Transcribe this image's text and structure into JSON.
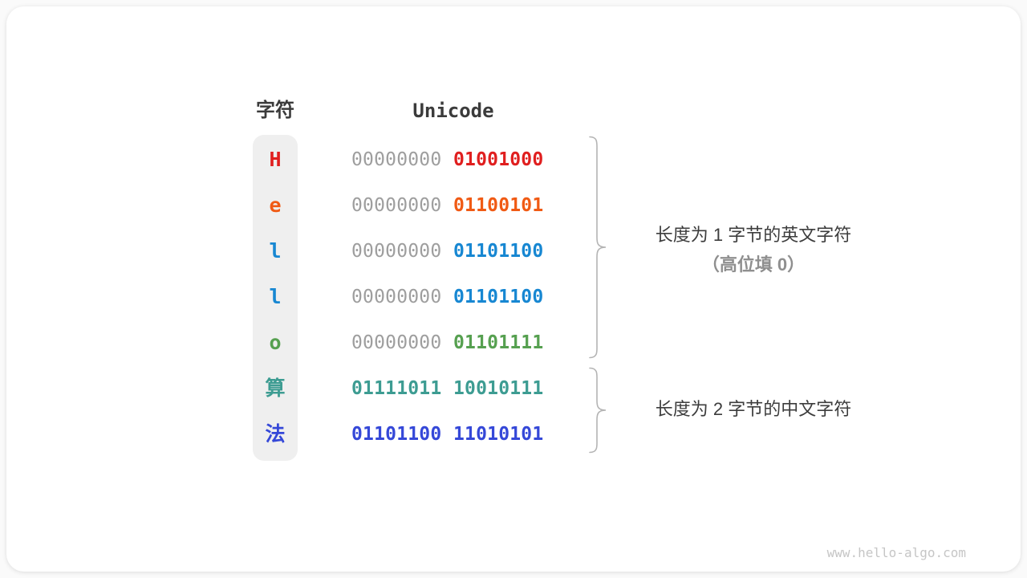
{
  "figure": {
    "headers": {
      "char": "字符",
      "unicode": "Unicode"
    },
    "rows": [
      {
        "char": "H",
        "byte1": "00000000",
        "byte2": "01001000",
        "color": "#e01f1f",
        "byte1_highlight": false
      },
      {
        "char": "e",
        "byte1": "00000000",
        "byte2": "01100101",
        "color": "#f05a14",
        "byte1_highlight": false
      },
      {
        "char": "l",
        "byte1": "00000000",
        "byte2": "01101100",
        "color": "#1787d2",
        "byte1_highlight": false
      },
      {
        "char": "l",
        "byte1": "00000000",
        "byte2": "01101100",
        "color": "#1787d2",
        "byte1_highlight": false
      },
      {
        "char": "o",
        "byte1": "00000000",
        "byte2": "01101111",
        "color": "#56a050",
        "byte1_highlight": false
      },
      {
        "char": "算",
        "byte1": "01111011",
        "byte2": "10010111",
        "color": "#3d9c92",
        "byte1_highlight": true
      },
      {
        "char": "法",
        "byte1": "01101100",
        "byte2": "11010101",
        "color": "#3548d8",
        "byte1_highlight": true
      }
    ],
    "annotations": {
      "english": {
        "line1": "长度为 1 字节的英文字符",
        "line2": "（高位填 0）"
      },
      "chinese": {
        "line1": "长度为 2 字节的中文字符"
      }
    },
    "watermark": "www.hello-algo.com",
    "colors": {
      "byte_muted": "#9e9e9e",
      "heading_text": "#3b3b3b",
      "annotation_text": "#3d3d3d",
      "annotation_muted": "#8f8f8f",
      "brace": "#b4b4b4",
      "char_column_bg": "#efefef",
      "watermark_text": "#c6c6c6"
    }
  }
}
